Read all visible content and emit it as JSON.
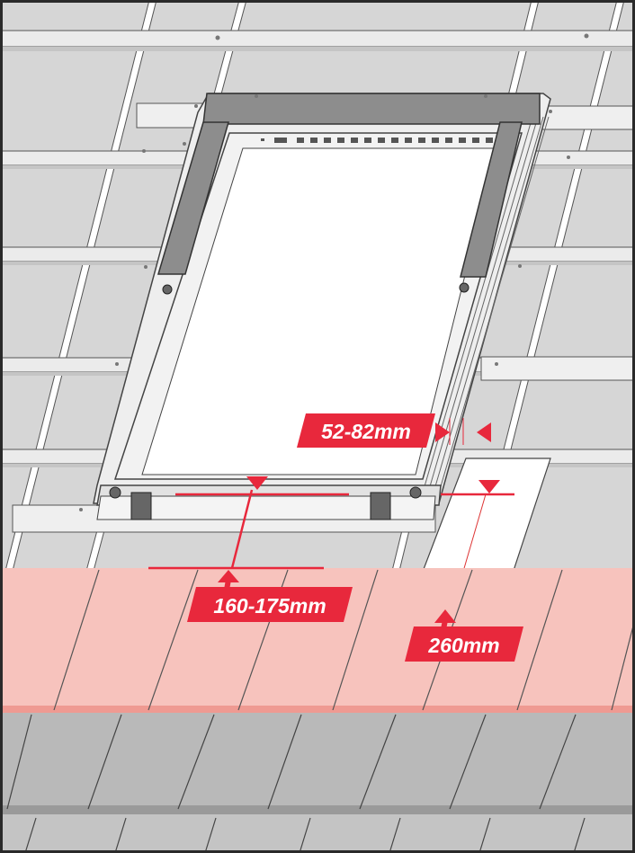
{
  "colors": {
    "roof": "#d5d5d5",
    "batten": "#e4e4e4",
    "line": "#4a4a4a",
    "frame_dark": "#8a8a8a",
    "glass": "#ffffff",
    "tile_red": "#f7c1bb",
    "tile_red_line": "#e05a5a",
    "tile_grey": "#bdbdbd",
    "accent": "#e8283c",
    "border": "#2a2a2a"
  },
  "icons": {
    "arrow": "dimension-arrow-icon"
  },
  "dimensions": {
    "side_gap": "52-82mm",
    "bottom_gap": "160-175mm",
    "tile_width": "260mm"
  }
}
